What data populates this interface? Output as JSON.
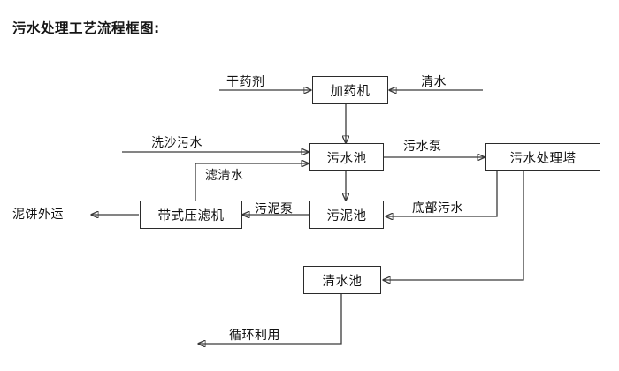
{
  "title": "污水处理工艺流程框图:",
  "diagram": {
    "type": "flowchart",
    "nodes": [
      {
        "id": "dosing-machine",
        "label": "加药机"
      },
      {
        "id": "sewage-pool",
        "label": "污水池"
      },
      {
        "id": "treatment-tower",
        "label": "污水处理塔"
      },
      {
        "id": "belt-filter-press",
        "label": "带式压滤机"
      },
      {
        "id": "sludge-pool",
        "label": "污泥池"
      },
      {
        "id": "clean-water-pool",
        "label": "清水池"
      }
    ],
    "edge_labels": {
      "dry_agent": "干药剂",
      "clean_water_in": "清水",
      "sand_wash_sewage": "洗沙污水",
      "filtrate_clear_water": "滤清水",
      "sewage_pump": "污水泵",
      "sludge_pump": "污泥泵",
      "bottom_sewage": "底部污水",
      "mud_cake_out": "泥饼外运",
      "recycle_use": "循环利用"
    },
    "edges": [
      {
        "from": "干药剂",
        "to": "加药机",
        "label": "干药剂"
      },
      {
        "from": "清水",
        "to": "加药机",
        "label": "清水"
      },
      {
        "from": "加药机",
        "to": "污水池",
        "label": ""
      },
      {
        "from": "洗沙污水",
        "to": "污水池",
        "label": "洗沙污水"
      },
      {
        "from": "带式压滤机",
        "to": "污水池",
        "label": "滤清水"
      },
      {
        "from": "污水池",
        "to": "污水处理塔",
        "label": "污水泵"
      },
      {
        "from": "污水池",
        "to": "污泥池",
        "label": ""
      },
      {
        "from": "污泥池",
        "to": "带式压滤机",
        "label": "污泥泵"
      },
      {
        "from": "带式压滤机",
        "to": "泥饼外运",
        "label": "泥饼外运"
      },
      {
        "from": "污水处理塔",
        "to": "污泥池",
        "label": "底部污水"
      },
      {
        "from": "污水处理塔",
        "to": "清水池",
        "label": ""
      },
      {
        "from": "清水池",
        "to": "循环利用",
        "label": "循环利用"
      }
    ],
    "colors": {
      "background": "#ffffff",
      "stroke": "#3a3a3a",
      "box_border": "#2b2b2b",
      "text": "#111111"
    }
  }
}
